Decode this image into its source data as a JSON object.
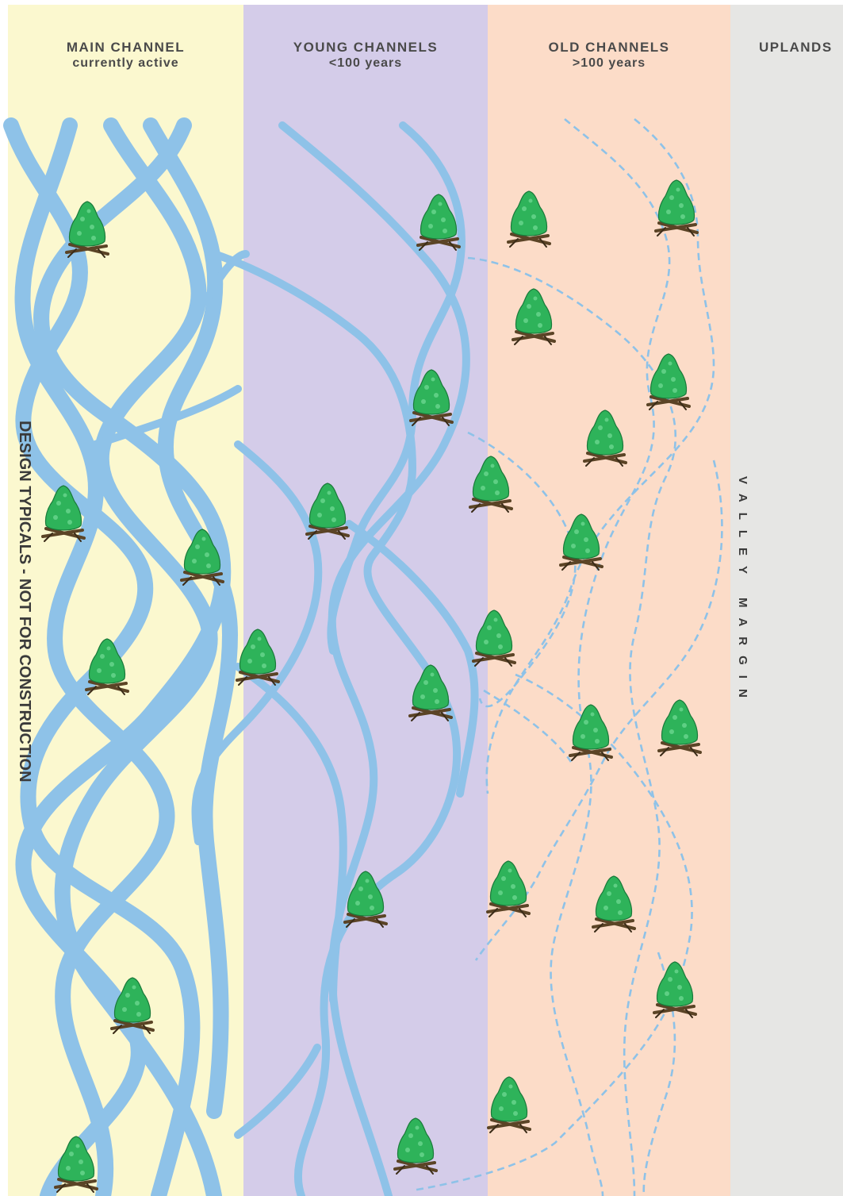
{
  "zones": [
    {
      "line1": "MAIN CHANNEL",
      "line2": "currently active",
      "color": "#fbf8cf"
    },
    {
      "line1": "YOUNG CHANNELS",
      "line2": "<100 years",
      "color": "#d4cce9"
    },
    {
      "line1": "OLD CHANNELS",
      "line2": ">100 years",
      "color": "#fcdcc8"
    },
    {
      "line1": "UPLANDS",
      "line2": "",
      "color": "#e6e6e4"
    }
  ],
  "side_label": "DESIGN TYPICALS - NOT FOR CONSTRUCTION",
  "valley_label": "VALLEY MARGIN",
  "channel_color": "#8ec2e8",
  "tree_icon": "wood-jam-tree-icon"
}
